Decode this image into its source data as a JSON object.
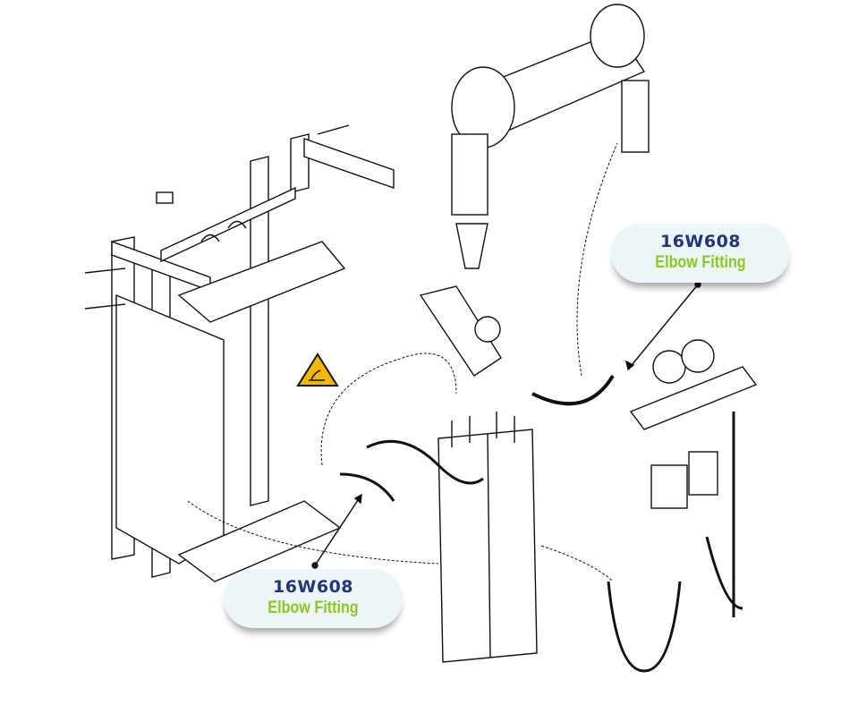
{
  "callouts": [
    {
      "part_number": "16W608",
      "description": "Elbow Fitting"
    },
    {
      "part_number": "16W608",
      "description": "Elbow Fitting"
    }
  ],
  "icons": {
    "warning": "hot-surface-warning-icon"
  },
  "colors": {
    "part_number": "#23357c",
    "description": "#8cc91c",
    "callout_bg": "#ecf5f8",
    "warning": "#f5b800"
  }
}
